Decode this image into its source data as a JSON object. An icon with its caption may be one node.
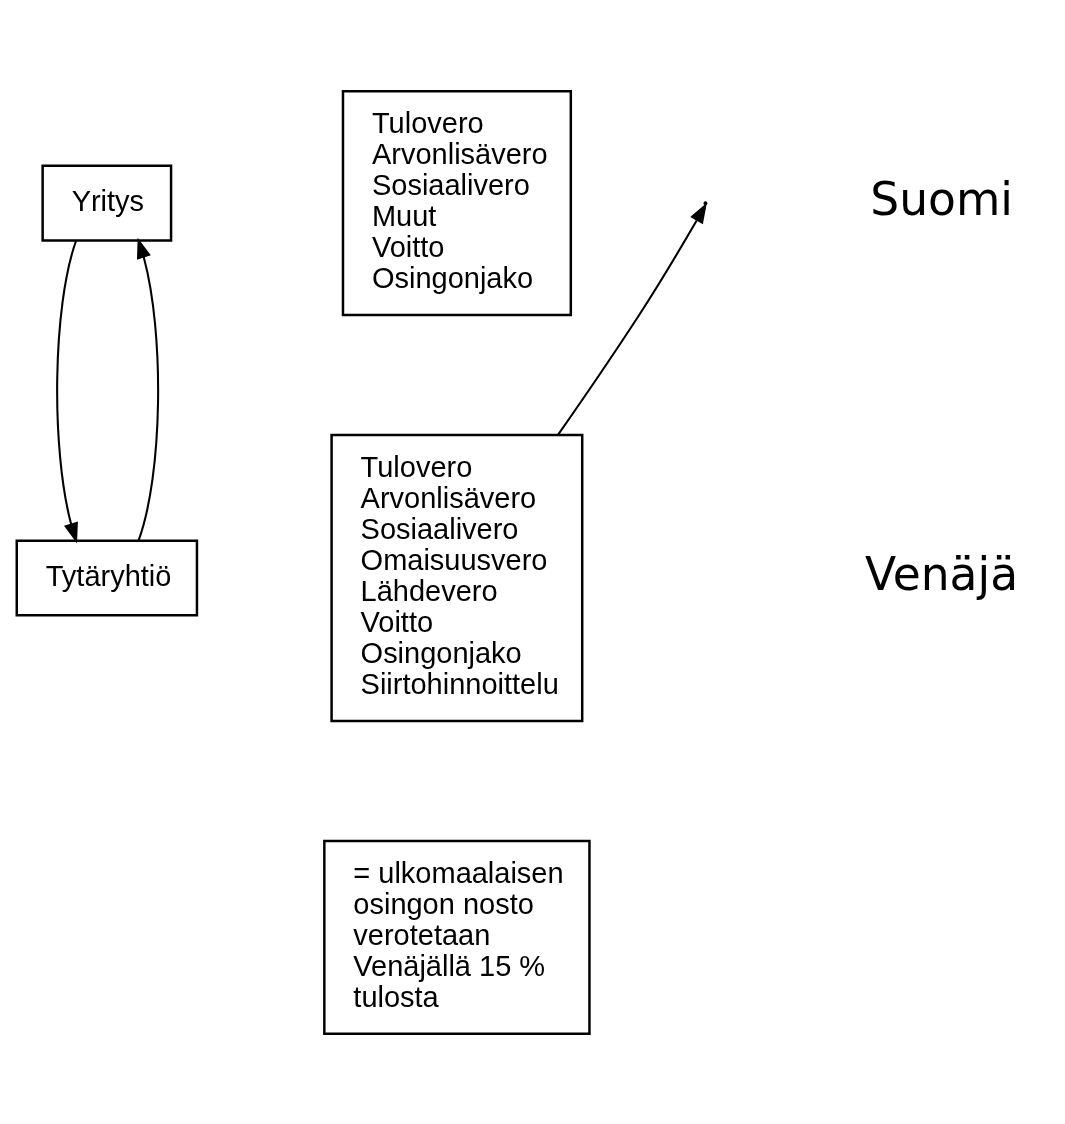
{
  "diagram": {
    "nodes": [
      {
        "text": [
          "Yritys"
        ]
      },
      {
        "text": [
          "Tytäryhtiö"
        ]
      },
      {
        "text": [
          "Tulovero",
          "Arvonlisävero",
          "Sosiaalivero",
          "Muut",
          "Voitto",
          "Osingonjako"
        ]
      },
      {
        "text": [
          "Tulovero",
          "Arvonlisävero",
          "Sosiaalivero",
          "Omaisuusvero",
          "Lähdevero",
          "Voitto",
          "Osingonjako",
          "Siirtohinnoittelu"
        ]
      },
      {
        "text": [
          "= ulkomaalaisen osingon nosto verotetaan Venäjällä 15 % tulosta"
        ]
      }
    ],
    "edges": [
      {
        "from": 0,
        "to": 1,
        "arrow": "to"
      },
      {
        "from": 1,
        "to": 0,
        "arrow": "to"
      },
      {
        "from": 3,
        "to": null,
        "arrow": "to"
      }
    ],
    "labels": [
      "Suomi",
      "Venäjä"
    ]
  }
}
